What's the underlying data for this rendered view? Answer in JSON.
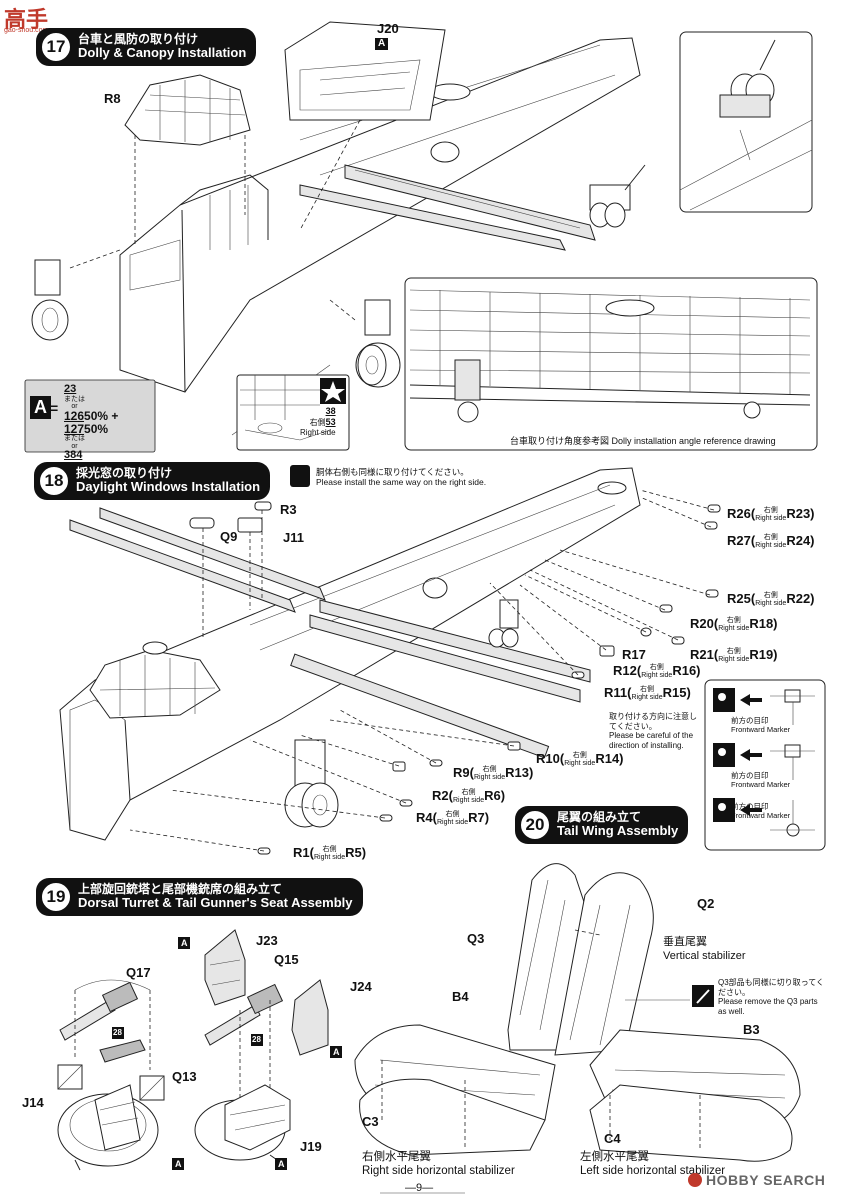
{
  "watermark": {
    "top_left": "高手",
    "top_left_url": "gao-shou.com"
  },
  "footer": {
    "page": "—9—",
    "brand": "HOBBY SEARCH"
  },
  "step17": {
    "num": "17",
    "jp": "台車と風防の取り付け",
    "en": "Dolly & Canopy Installation"
  },
  "step18": {
    "num": "18",
    "jp": "採光窓の取り付け",
    "en": "Daylight Windows Installation"
  },
  "step19": {
    "num": "19",
    "jp": "上部旋回銃塔と尾部機銃席の組み立て",
    "en": "Dorsal Turret & Tail Gunner's Seat Assembly"
  },
  "step20": {
    "num": "20",
    "jp": "尾翼の組み立て",
    "en": "Tail Wing Assembly"
  },
  "callout_A": {
    "letter": "A",
    "v1": "23",
    "or_jp": "または",
    "or_en": "or",
    "v2": "126",
    "p1": "50%",
    "plus": "+",
    "v3": "127",
    "p2": "50%",
    "or2_jp": "または",
    "or2_en": "or",
    "v4": "384"
  },
  "star_box": {
    "num1": "38",
    "right_jp": "右側",
    "num2": "53",
    "right_en": "Right side"
  },
  "dolly_ref": {
    "caption": "台車取り付け角度参考図 Dolly installation angle reference drawing"
  },
  "step18_note": {
    "jp": "胴体右側も同様に取り付けてください。",
    "en": "Please install the same way on the right side."
  },
  "direction_note": {
    "jp": "取り付ける方向に注意してください。",
    "en": "Please be careful of the direction of installing."
  },
  "markers": [
    {
      "jp": "前方の目印",
      "en": "Frontward Marker"
    },
    {
      "jp": "前方の目印",
      "en": "Frontward Marker"
    },
    {
      "jp": "前方の目印",
      "en": "Frontward Marker"
    }
  ],
  "labels": {
    "J20": "J20",
    "A": "A",
    "R8": "R8",
    "R3": "R3",
    "Q9": "Q9",
    "J11": "J11",
    "R17": "R17",
    "J23": "J23",
    "Q15": "Q15",
    "Q17": "Q17",
    "J24": "J24",
    "Q13": "Q13",
    "J14": "J14",
    "J19": "J19",
    "Q2": "Q2",
    "Q3": "Q3",
    "B4": "B4",
    "B3": "B3",
    "C3": "C3",
    "C4": "C4",
    "n28": "28"
  },
  "paired": [
    {
      "left": "R26(",
      "jp": "右側",
      "en": "Right side",
      "right": "R23)"
    },
    {
      "left": "R27(",
      "jp": "右側",
      "en": "Right side",
      "right": "R24)"
    },
    {
      "left": "R25(",
      "jp": "右側",
      "en": "Right side",
      "right": "R22)"
    },
    {
      "left": "R20(",
      "jp": "右側",
      "en": "Right side",
      "right": "R18)"
    },
    {
      "left": "R21(",
      "jp": "右側",
      "en": "Right side",
      "right": "R19)"
    },
    {
      "left": "R12(",
      "jp": "右側",
      "en": "Right side",
      "right": "R16)"
    },
    {
      "left": "R11(",
      "jp": "右側",
      "en": "Right side",
      "right": "R15)"
    },
    {
      "left": "R10(",
      "jp": "右側",
      "en": "Right side",
      "right": "R14)"
    },
    {
      "left": "R9(",
      "jp": "右側",
      "en": "Right side",
      "right": "R13)"
    },
    {
      "left": "R2(",
      "jp": "右側",
      "en": "Right side",
      "right": "R6)"
    },
    {
      "left": "R4(",
      "jp": "右側",
      "en": "Right side",
      "right": "R7)"
    },
    {
      "left": "R1(",
      "jp": "右側",
      "en": "Right side",
      "right": "R5)"
    }
  ],
  "vstab": {
    "jp": "垂直尾翼",
    "en": "Vertical stabilizer"
  },
  "q3note": {
    "jp": "Q3部品も同様に切り取ってください。",
    "en": "Please remove the Q3 parts as well."
  },
  "hstab_r": {
    "jp": "右側水平尾翼",
    "en": "Right side horizontal stabilizer"
  },
  "hstab_l": {
    "jp": "左側水平尾翼",
    "en": "Left side horizontal stabilizer"
  }
}
